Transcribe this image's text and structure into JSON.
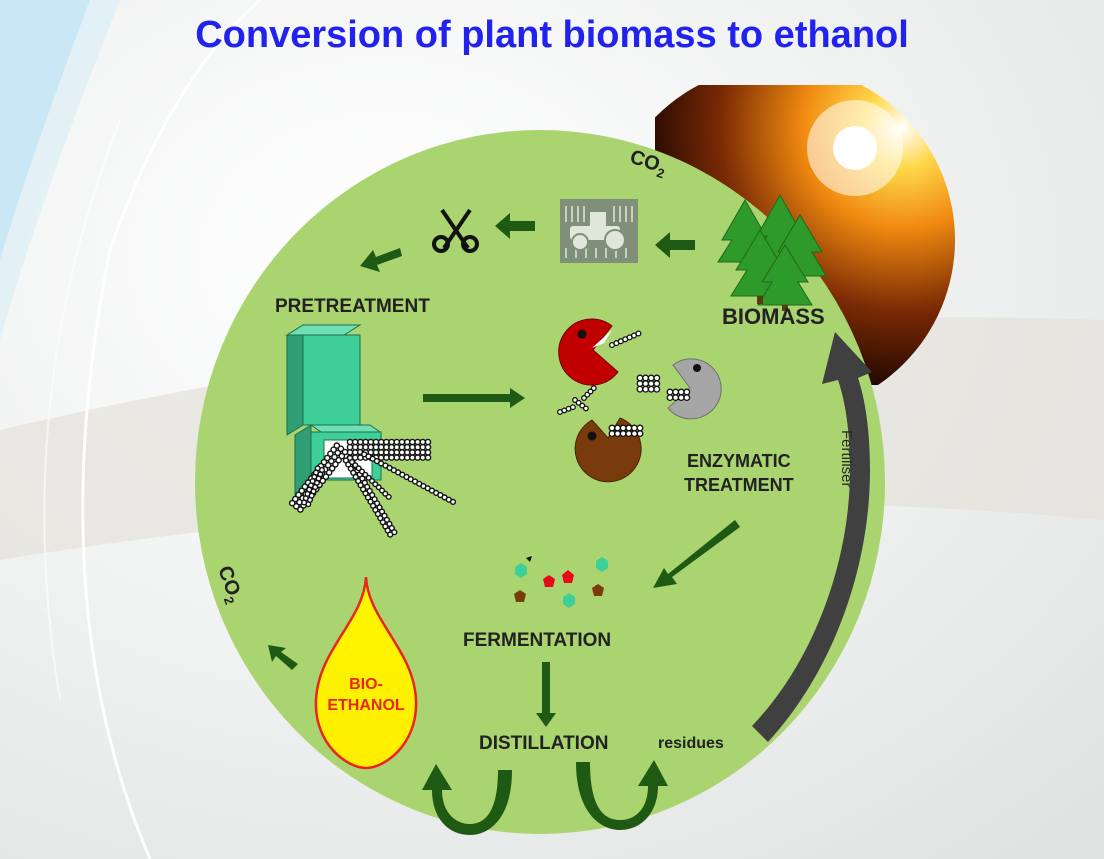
{
  "title": "Conversion of plant biomass to ethanol",
  "labels": {
    "co2_top": "CO2",
    "co2_left": "CO2",
    "biomass": "BIOMASS",
    "pretreatment": "PRETREATMENT",
    "enzymatic_line1": "ENZYMATIC",
    "enzymatic_line2": "TREATMENT",
    "fermentation": "FERMENTATION",
    "distillation": "DISTILLATION",
    "residues": "residues",
    "fertiliser": "Fertiliser",
    "bioethanol_line1": "BIO-",
    "bioethanol_line2": "ETHANOL"
  },
  "colors": {
    "title": "#2222ee",
    "circle": "#a9d46f",
    "arrow": "#1e5a14",
    "fertiliser_arrow": "#404040",
    "drop_fill": "#ffff00",
    "drop_stroke": "#e8261c",
    "drop_text": "#e8261c",
    "reactor": "#3fcf98",
    "enzyme_red": "#c00000",
    "enzyme_grey": "#a6a6a6",
    "enzyme_brown": "#7a3b0c",
    "tree": "#2e9a2a"
  },
  "icons": [
    "sun-icon",
    "trees-icon",
    "tractor-icon",
    "scissors-icon",
    "reactor-icon",
    "enzyme-icon",
    "sugar-molecules-icon",
    "ethanol-drop-icon"
  ]
}
